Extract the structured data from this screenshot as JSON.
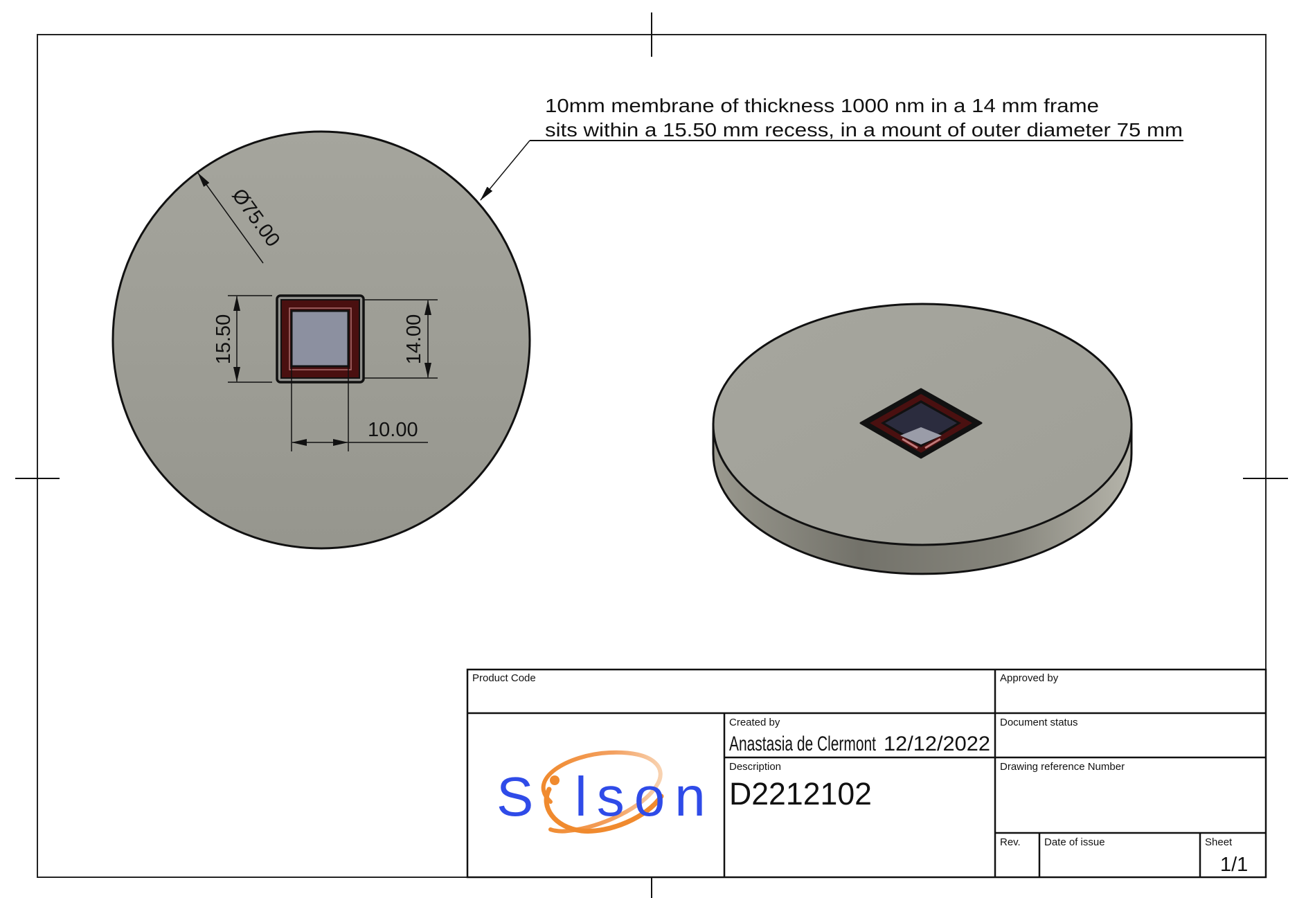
{
  "callout": {
    "line1": "10mm membrane of thickness 1000 nm in a 14 mm frame",
    "line2": "sits within a 15.50 mm recess, in a mount of outer diameter 75 mm"
  },
  "front_view": {
    "diameter_label": "Ø75.00",
    "recess_label": "15.50",
    "frame_label": "14.00",
    "membrane_label": "10.00"
  },
  "colors": {
    "mount_face": "#A2A29A",
    "mount_side": "#8C8B83",
    "frame_red": "#4A1010",
    "membrane": "#8C90A0",
    "well_dark": "#2B2C3E",
    "logo_blue": "#2F4BE8",
    "logo_orange": "#F08A2E"
  },
  "title_block": {
    "product_code_label": "Product Code",
    "product_code_value": "",
    "approved_by_label": "Approved by",
    "approved_by_value": "",
    "created_by_label": "Created by",
    "created_by_name": "Anastasia de Clermont",
    "created_by_date": "12/12/2022",
    "document_status_label": "Document status",
    "document_status_value": "",
    "description_label": "Description",
    "description_value": "D2212102",
    "drawing_ref_label": "Drawing reference Number",
    "drawing_ref_value": "",
    "rev_label": "Rev.",
    "rev_value": "",
    "date_of_issue_label": "Date of issue",
    "date_of_issue_value": "",
    "sheet_label": "Sheet",
    "sheet_value": "1/1"
  },
  "logo": {
    "text_s": "S",
    "text_rest": "lson",
    "name": "Silson"
  }
}
